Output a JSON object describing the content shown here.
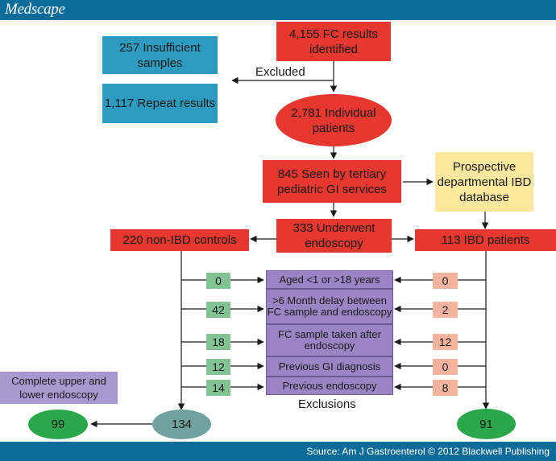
{
  "header": {
    "brand": "Medscape"
  },
  "footer": {
    "source": "Source: Am J Gastroenterol © 2012 Blackwell Publishing"
  },
  "nodes": {
    "fc_results": "4,155 FC results identified",
    "insufficient": "257 Insufficient samples",
    "repeat": "1,117 Repeat results",
    "excluded_label": "Excluded",
    "individual": "2,781 Individual patients",
    "tertiary": "845 Seen by tertiary pediatric GI services",
    "prospective": "Prospective departmental IBD database",
    "endoscopy": "333 Underwent endoscopy",
    "non_ibd": "220 non-IBD controls",
    "ibd": "113 IBD patients",
    "complete_label": "Complete upper and lower endoscopy",
    "final_99": "99",
    "final_134": "134",
    "final_91": "91",
    "exclusions_label": "Exclusions"
  },
  "exclusions": [
    {
      "reason": "Aged <1 or >18 years",
      "controls": "0",
      "ibd": "0"
    },
    {
      "reason": ">6 Month delay between FC sample and endoscopy",
      "controls": "42",
      "ibd": "2"
    },
    {
      "reason": "FC sample taken after endoscopy",
      "controls": "18",
      "ibd": "12"
    },
    {
      "reason": "Previous GI diagnosis",
      "controls": "12",
      "ibd": "0"
    },
    {
      "reason": "Previous endoscopy",
      "controls": "14",
      "ibd": "8"
    }
  ],
  "colors": {
    "header_bar": "#0b6c9a",
    "red_node": "#e8372f",
    "blue_node": "#2d9bbf",
    "yellow_node": "#fae89e",
    "purple_node": "#9a84c4",
    "green_count": "#82c393",
    "peach_count": "#f4b39c",
    "green_ellipse": "#2aa74a",
    "grey_ellipse": "#6fa2a0"
  }
}
